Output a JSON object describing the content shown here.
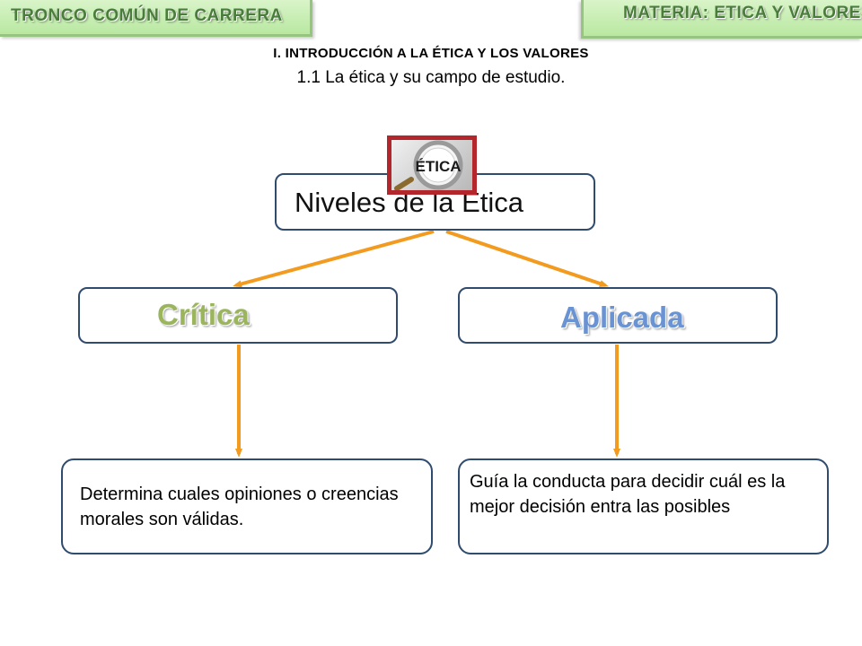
{
  "banner": {
    "left_text": "TRONCO COMÚN DE CARRERA",
    "right_text": "MATERIA: ETICA Y VALORES"
  },
  "header": {
    "title": "I. INTRODUCCIÓN A LA ÉTICA Y LOS VALORES",
    "subtitle": "1.1 La ética y su campo de estudio."
  },
  "diagram": {
    "root": {
      "label": "Niveles de la Ética",
      "emblem_text": "ÉTICA"
    },
    "branches": [
      {
        "label": "Crítica",
        "description": "Determina cuales opiniones o creencias morales son válidas."
      },
      {
        "label": "Aplicada",
        "description": "Guía la conducta para decidir cuál es la mejor decisión entra las posibles"
      }
    ]
  },
  "colors": {
    "arrow": "#f29b1f",
    "box_border": "#2f4b6e",
    "critica": "#9bb55c",
    "aplicada": "#6a93d4",
    "banner_green": "#b9e8a1"
  }
}
